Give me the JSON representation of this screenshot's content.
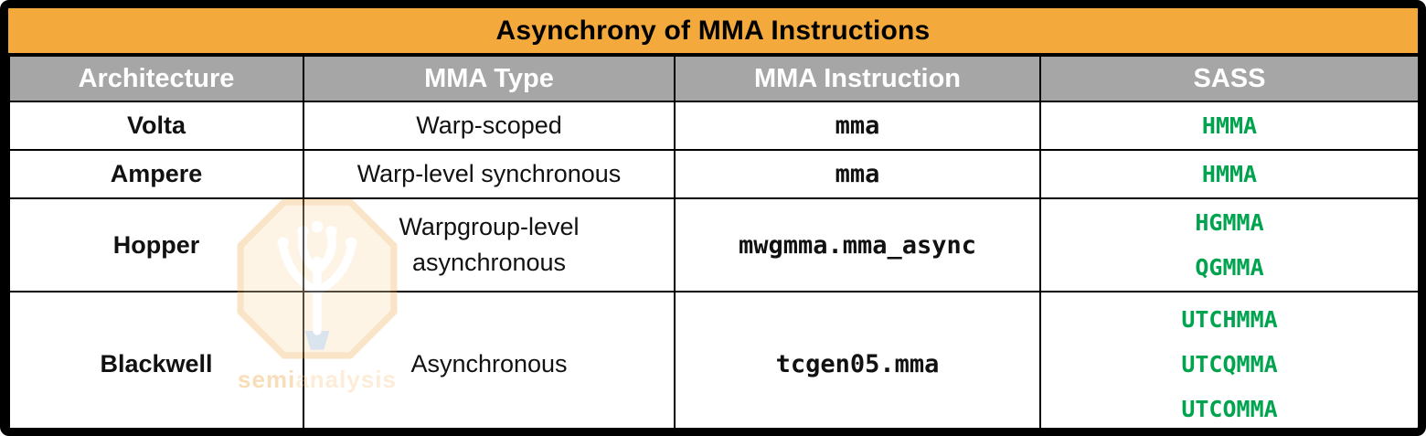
{
  "title": "Asynchrony of MMA Instructions",
  "colors": {
    "title_bg": "#F3A93C",
    "header_bg": "#A6A6A6",
    "header_text": "#FFFFFF",
    "code_green": "#00A44F",
    "border": "#000000"
  },
  "chart_data": {
    "type": "table",
    "title": "Asynchrony of MMA Instructions",
    "columns": [
      "Architecture",
      "MMA Type",
      "MMA Instruction",
      "SASS"
    ],
    "rows": [
      {
        "architecture": "Volta",
        "mma_type": "Warp-scoped",
        "mma_instruction": "mma",
        "sass": [
          "HMMA"
        ]
      },
      {
        "architecture": "Ampere",
        "mma_type": "Warp-level synchronous",
        "mma_instruction": "mma",
        "sass": [
          "HMMA"
        ]
      },
      {
        "architecture": "Hopper",
        "mma_type": "Warpgroup-level asynchronous",
        "mma_instruction": "mwgmma.mma_async",
        "sass": [
          "HGMMA",
          "QGMMA"
        ]
      },
      {
        "architecture": "Blackwell",
        "mma_type": "Asynchronous",
        "mma_instruction": "tcgen05.mma",
        "sass": [
          "UTCHMMA",
          "UTCQMMA",
          "UTCOMMA"
        ]
      }
    ]
  },
  "watermark": {
    "semi": "semi",
    "analysis": "analysis"
  }
}
